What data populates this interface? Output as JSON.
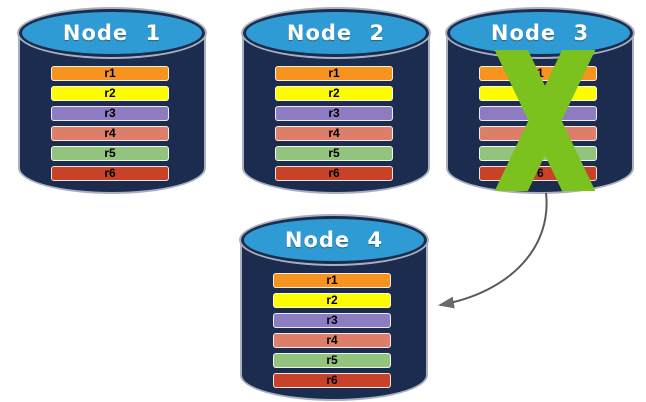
{
  "diagram": {
    "description": "Database replication diagram: four node cylinders each holding records r1-r6; Node 3 is failed (green X) and its data is copied to Node 4",
    "styles": {
      "background": "#ffffff",
      "cylinder_body": "#1c2c4f",
      "cylinder_top": "#2f9bd4",
      "outline": "#a9b1c0",
      "title_text": "#ffffff",
      "record_text": "#000000"
    },
    "nodes": [
      {
        "label": "Node 1",
        "records": [
          {
            "label": "r1",
            "color": "#f79420"
          },
          {
            "label": "r2",
            "color": "#fdfc00"
          },
          {
            "label": "r3",
            "color": "#8e7cc3"
          },
          {
            "label": "r4",
            "color": "#dd7e6b"
          },
          {
            "label": "r5",
            "color": "#93c47d"
          },
          {
            "label": "r6",
            "color": "#c84228"
          }
        ]
      },
      {
        "label": "Node 2",
        "records": [
          {
            "label": "r1",
            "color": "#f79420"
          },
          {
            "label": "r2",
            "color": "#fdfc00"
          },
          {
            "label": "r3",
            "color": "#8e7cc3"
          },
          {
            "label": "r4",
            "color": "#dd7e6b"
          },
          {
            "label": "r5",
            "color": "#93c47d"
          },
          {
            "label": "r6",
            "color": "#c84228"
          }
        ]
      },
      {
        "label": "Node 3",
        "failed": true,
        "records": [
          {
            "label": "r1",
            "color": "#f79420"
          },
          {
            "label": "r2",
            "color": "#fdfc00"
          },
          {
            "label": "r3",
            "color": "#8e7cc3"
          },
          {
            "label": "r4",
            "color": "#dd7e6b"
          },
          {
            "label": "r5",
            "color": "#93c47d"
          },
          {
            "label": "r6",
            "color": "#c84228"
          }
        ]
      },
      {
        "label": "Node 4",
        "records": [
          {
            "label": "r1",
            "color": "#f79420"
          },
          {
            "label": "r2",
            "color": "#fdfc00"
          },
          {
            "label": "r3",
            "color": "#8e7cc3"
          },
          {
            "label": "r4",
            "color": "#dd7e6b"
          },
          {
            "label": "r5",
            "color": "#93c47d"
          },
          {
            "label": "r6",
            "color": "#c84228"
          }
        ]
      }
    ],
    "failure_x": {
      "node_label": "Node 3",
      "color": "#7cc21e"
    },
    "arrow": {
      "from": "Node 3",
      "to": "Node 4",
      "color": "#595959",
      "head_color": "#666b70"
    }
  }
}
